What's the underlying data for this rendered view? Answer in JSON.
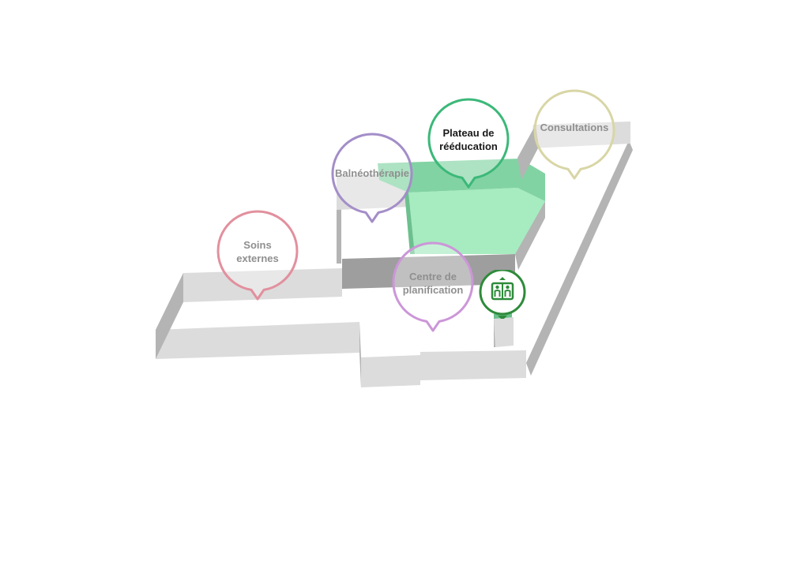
{
  "map": {
    "colors": {
      "wall_top": "#dcdcdc",
      "wall_side": "#b4b4b4",
      "wall_dark": "#9e9e9e",
      "highlight_floor": "#a6ecc0",
      "highlight_wall": "#82d3a3",
      "highlight_side": "#6cc08e"
    },
    "pins": [
      {
        "id": "soins-externes",
        "lines": [
          "Soins",
          "externes"
        ],
        "color": "#e2909e",
        "active": false
      },
      {
        "id": "balneotherapie",
        "lines": [
          "Balnéothérapie"
        ],
        "color": "#a38ec8",
        "active": false
      },
      {
        "id": "plateau-reeducation",
        "lines": [
          "Plateau de",
          "rééducation"
        ],
        "color": "#3cb879",
        "active": true
      },
      {
        "id": "consultations",
        "lines": [
          "Consultations"
        ],
        "color": "#d8d6a6",
        "active": false
      },
      {
        "id": "centre-planification",
        "lines": [
          "Centre de",
          "planification"
        ],
        "color": "#cc96d8",
        "active": false
      }
    ],
    "elevator": {
      "icon": "elevator-icon",
      "color": "#2e8b3a"
    }
  }
}
